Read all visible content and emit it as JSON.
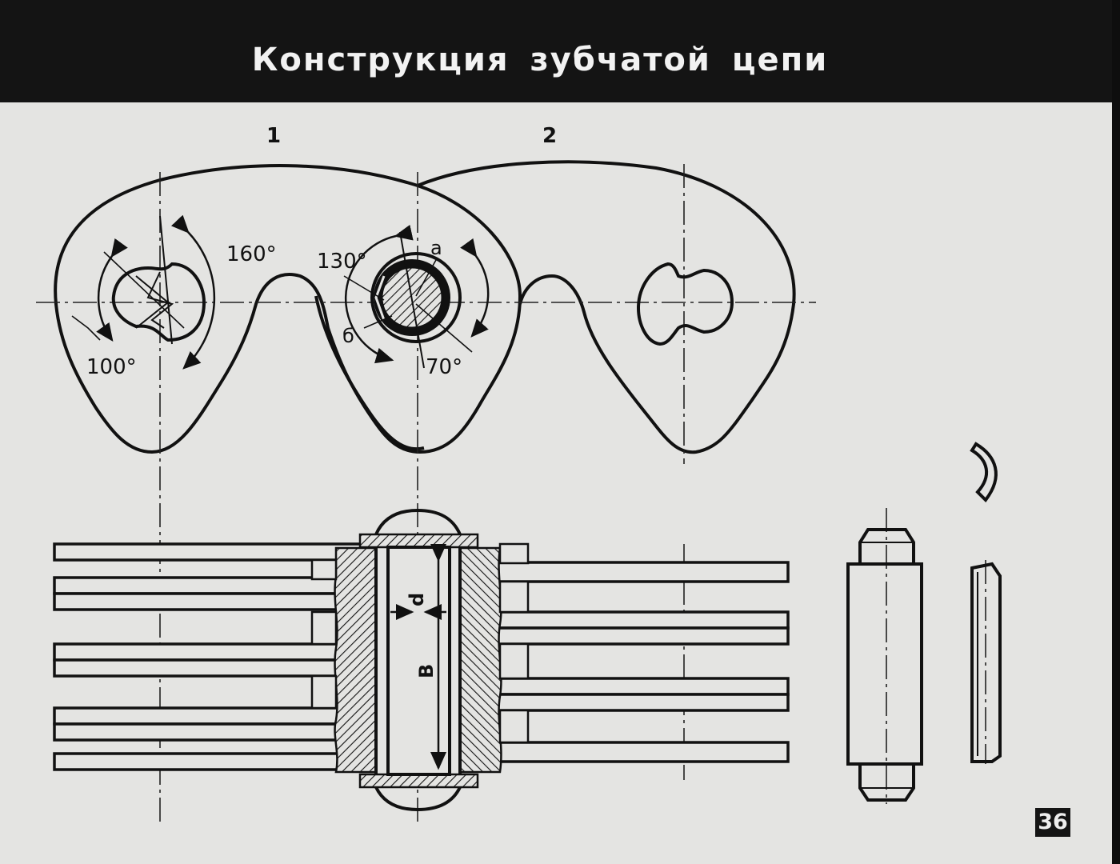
{
  "title": "Конструкция зубчатой цепи",
  "view_labels": {
    "link1": "1",
    "link2": "2"
  },
  "angles": {
    "a160": "160°",
    "a100": "100°",
    "a130": "130°",
    "a70": "70°"
  },
  "markers": {
    "a": "a",
    "b": "б"
  },
  "dimensions": {
    "d": "d",
    "B": "B"
  },
  "page_number": "36",
  "colors": {
    "line": "#111111",
    "paper": "#e4e4e2",
    "header": "#141414"
  }
}
